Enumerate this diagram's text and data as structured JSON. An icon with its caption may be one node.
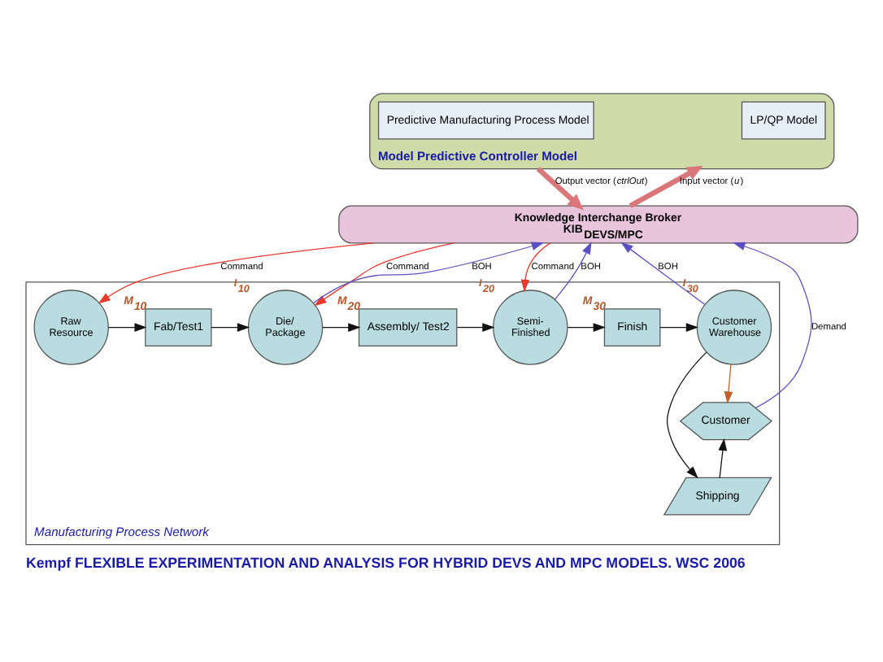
{
  "diagram": {
    "caption": "Kempf FLEXIBLE EXPERIMENTATION AND ANALYSIS FOR HYBRID DEVS AND MPC MODELS. WSC 2006",
    "nodes": [
      {
        "text": [
          "Model Predictive Controller Model"
        ]
      },
      {
        "text": [
          "Predictive Manufacturing Process Model"
        ],
        "in": 0
      },
      {
        "text": [
          "LP/QP Model"
        ],
        "in": 0
      },
      {
        "text": [
          "Knowledge Interchange Broker",
          "KIB$_{DEVS/MPC}$"
        ]
      },
      {
        "text": [
          "Manufacturing Process Network"
        ]
      },
      {
        "text": [
          "Raw Resource"
        ],
        "in": 4
      },
      {
        "text": [
          "Fab/Test1"
        ],
        "in": 4,
        "beside": [
          "M$_{10}$"
        ]
      },
      {
        "text": [
          "Die/ Package"
        ],
        "in": 4,
        "beside": [
          "I$_{10}$"
        ]
      },
      {
        "text": [
          "Assembly/ Test2"
        ],
        "in": 4,
        "beside": [
          "M$_{20}$"
        ]
      },
      {
        "text": [
          "Semi- Finished"
        ],
        "in": 4,
        "beside": [
          "I$_{20}$"
        ]
      },
      {
        "text": [
          "Finish"
        ],
        "in": 4,
        "beside": [
          "M$_{30}$"
        ]
      },
      {
        "text": [
          "Customer Warehouse"
        ],
        "in": 4,
        "beside": [
          "I$_{30}$"
        ]
      },
      {
        "text": [
          "Customer"
        ],
        "in": 4
      },
      {
        "text": [
          "Shipping"
        ],
        "in": 4
      }
    ],
    "edges": [
      {
        "from": 0,
        "to": 3,
        "arrow": "to",
        "label": "Output vector (*ctrlOut*)",
        "style": "thick",
        "color": "#d9777a"
      },
      {
        "from": 3,
        "to": 0,
        "arrow": "to",
        "label": "Input vector (*u*)",
        "style": "thick",
        "color": "#d9777a"
      },
      {
        "from": 3,
        "to": 5,
        "arrow": "to",
        "label": "Command",
        "color": "#e8392c"
      },
      {
        "from": 3,
        "to": 7,
        "arrow": "to",
        "label": "Command",
        "color": "#e8392c"
      },
      {
        "from": 7,
        "to": 3,
        "arrow": "to",
        "label": "BOH",
        "color": "#5a4fc0"
      },
      {
        "from": 3,
        "to": 9,
        "arrow": "to",
        "label": "Command",
        "color": "#e8392c"
      },
      {
        "from": 9,
        "to": 3,
        "arrow": "to",
        "label": "BOH",
        "color": "#5a4fc0"
      },
      {
        "from": 11,
        "to": 3,
        "arrow": "to",
        "label": "BOH",
        "color": "#5a4fc0"
      },
      {
        "from": 12,
        "to": 3,
        "arrow": "to",
        "label": "Demand",
        "color": "#5a4fc0"
      },
      {
        "from": 5,
        "to": 6,
        "arrow": "to"
      },
      {
        "from": 6,
        "to": 7,
        "arrow": "to"
      },
      {
        "from": 7,
        "to": 8,
        "arrow": "to"
      },
      {
        "from": 8,
        "to": 9,
        "arrow": "to"
      },
      {
        "from": 9,
        "to": 10,
        "arrow": "to"
      },
      {
        "from": 10,
        "to": 11,
        "arrow": "to"
      },
      {
        "from": 11,
        "to": 12,
        "arrow": "to",
        "color": "#c0602a"
      },
      {
        "from": 11,
        "to": 13,
        "arrow": "to"
      },
      {
        "from": 13,
        "to": 12,
        "arrow": "to"
      }
    ]
  }
}
